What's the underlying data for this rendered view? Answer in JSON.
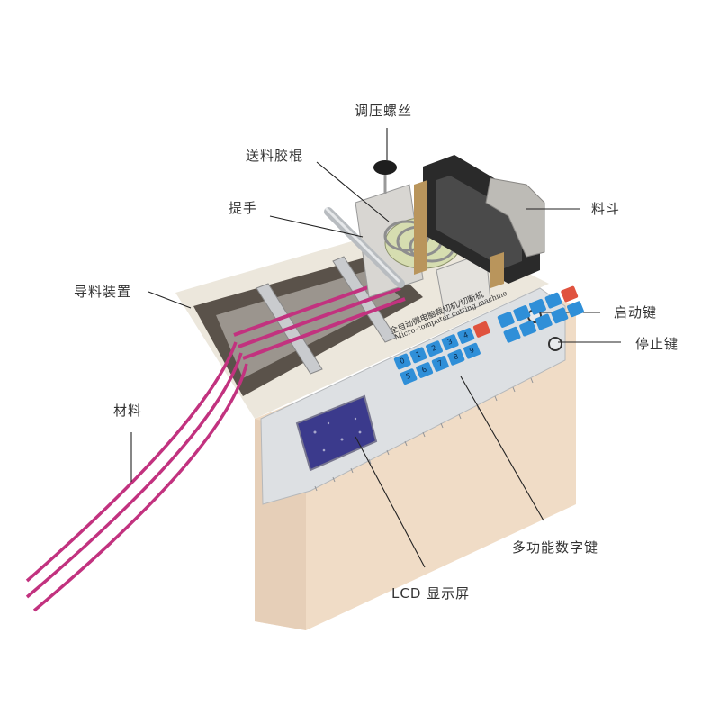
{
  "image": {
    "subject": "Micro-computer cutting machine",
    "background": "#ffffff"
  },
  "machine_panel": {
    "title_cn": "全自动微电脑裁切机/切断机",
    "title_en": "Micro-computer cutting machine",
    "keypad_row1": [
      "0",
      "1",
      "2",
      "3",
      "4"
    ],
    "keypad_row2": [
      "5",
      "6",
      "7",
      "8",
      "9"
    ],
    "key_color": "#2f8fd8",
    "function_key_color": "#e0533f",
    "panel_color": "#dde0e3",
    "body_color": "#f0dcc6",
    "lcd_color": "#3b3a8c"
  },
  "material": {
    "color": "#c2327f",
    "count": 3
  },
  "annotations": [
    {
      "id": "pressure-screw",
      "text": "调压螺丝"
    },
    {
      "id": "feed-roller",
      "text": "送料胶棍"
    },
    {
      "id": "handle",
      "text": "提手"
    },
    {
      "id": "hopper",
      "text": "料斗"
    },
    {
      "id": "guide-device",
      "text": "导料装置"
    },
    {
      "id": "start-key",
      "text": "启动键"
    },
    {
      "id": "stop-key",
      "text": "停止键"
    },
    {
      "id": "material",
      "text": "材料"
    },
    {
      "id": "keypad",
      "text": "多功能数字键"
    },
    {
      "id": "lcd",
      "text": "LCD 显示屏"
    }
  ]
}
